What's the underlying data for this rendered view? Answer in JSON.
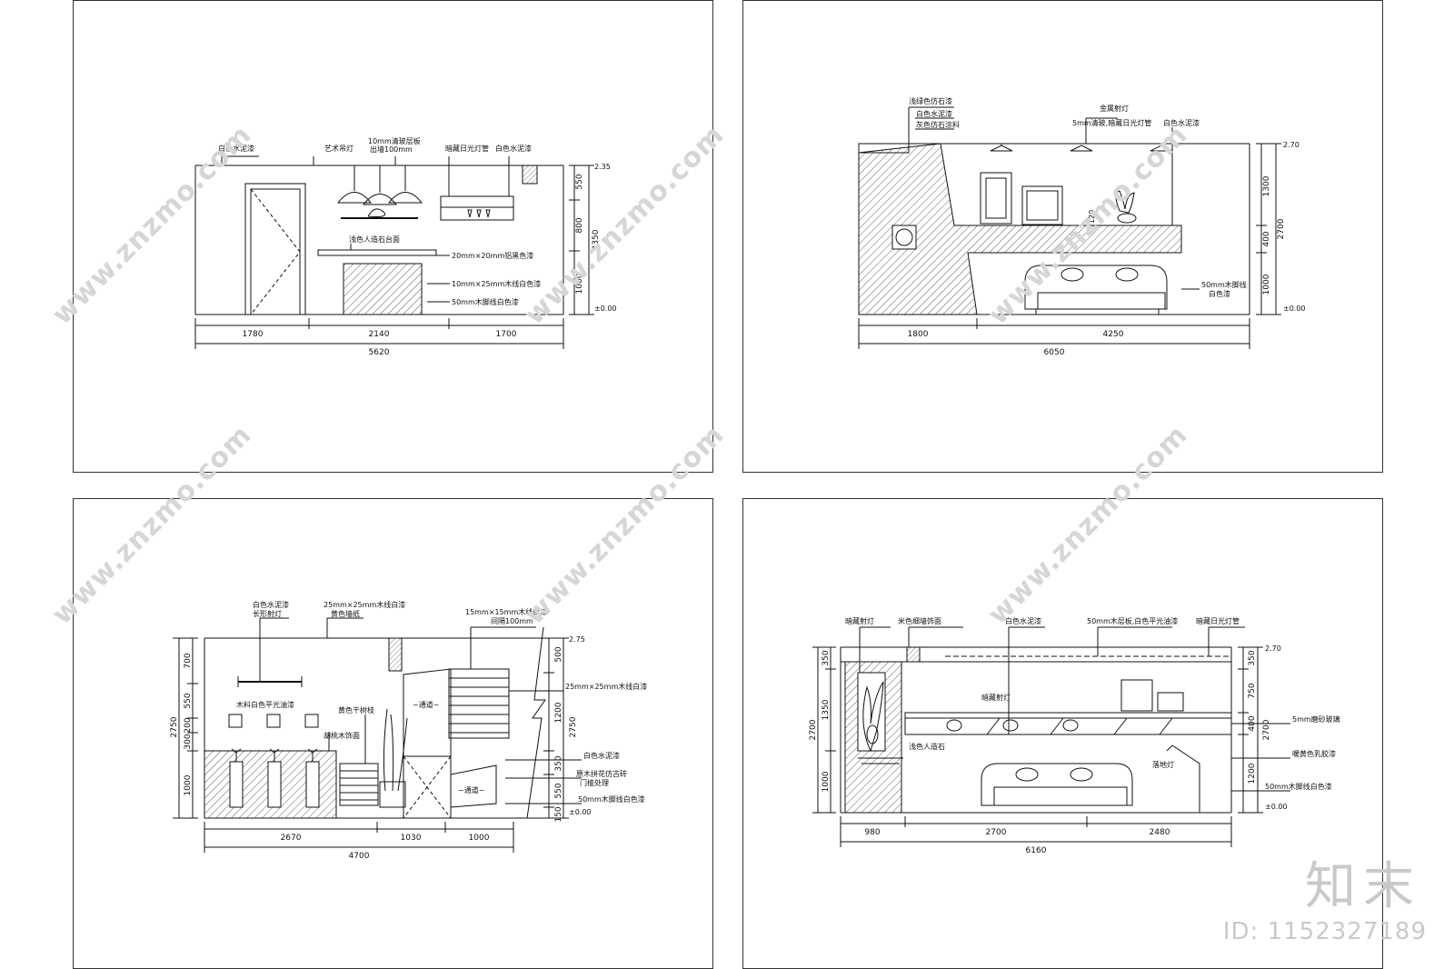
{
  "watermark": {
    "text": "www.znzmo.com",
    "brand": "知末",
    "id": "ID: 1152327189"
  },
  "sheet1": {
    "dims_bottom": [
      "1780",
      "2140",
      "1700"
    ],
    "dim_total": "5620",
    "dims_right": [
      "550",
      "800",
      "1000"
    ],
    "dim_right_total": "2350",
    "level_top": "2.35",
    "level_zero": "±0.00",
    "labels": [
      "白色水泥漆",
      "艺术吊灯",
      "10mm清玻层板",
      "出墙100mm",
      "暗藏日光灯管",
      "白色水泥漆",
      "浅色人造石台面",
      "20mm×20mm铝黑色漆",
      "10mm×25mm木线白色漆",
      "50mm木脚线白色漆"
    ]
  },
  "sheet2": {
    "dims_bottom": [
      "1800",
      "4250"
    ],
    "dim_total": "6050",
    "dims_right": [
      "1300",
      "400",
      "1000"
    ],
    "dim_right_total": "2700",
    "level_top": "2.70",
    "level_zero": "±0.00",
    "mid_dim": "120",
    "labels": [
      "浅绿色仿石漆",
      "白色水泥漆",
      "灰色仿石涂料",
      "金属射灯",
      "5mm清玻,暗藏日光灯管",
      "白色水泥漆",
      "50mm木脚线",
      "白色漆"
    ]
  },
  "sheet3": {
    "dims_bottom": [
      "2670",
      "1030",
      "1000"
    ],
    "dim_total": "4700",
    "dims_left": [
      "700",
      "550",
      "200",
      "300",
      "1000"
    ],
    "dim_left_total": "2750",
    "dims_right": [
      "500",
      "1200",
      "350",
      "550",
      "150"
    ],
    "dim_right_total": "2750",
    "level_top": "2.75",
    "level_zero": "±0.00",
    "labels": [
      "白色水泥漆",
      "长形射灯",
      "25mm×25mm木线白漆",
      "黄色墙纸",
      "15mm×15mm木线白漆",
      "间隔100mm",
      "木料白色平光油漆",
      "25mm×25mm木线白漆",
      "黄色干树枝",
      "胡桃木饰面",
      "白色水泥漆",
      "原木拼花仿古砖",
      "门槛处理",
      "50mm木脚线白色漆"
    ],
    "passage": "~通道~"
  },
  "sheet4": {
    "dims_bottom": [
      "980",
      "2700",
      "2480"
    ],
    "dim_total": "6160",
    "dims_left": [
      "350",
      "1350",
      "1000"
    ],
    "dim_left_total": "2700",
    "dims_right": [
      "350",
      "750",
      "400",
      "1200"
    ],
    "dim_right_total": "2700",
    "level_top": "2.70",
    "level_zero": "±0.00",
    "labels": [
      "暗藏射灯",
      "米色细墙饰面",
      "白色水泥漆",
      "50mm木层板,白色平光油漆",
      "暗藏日光灯管",
      "暗藏射灯",
      "5mm磨砂玻璃",
      "浅色人造石",
      "落地灯",
      "暖黄色乳胶漆",
      "50mm木脚线白色漆"
    ]
  }
}
